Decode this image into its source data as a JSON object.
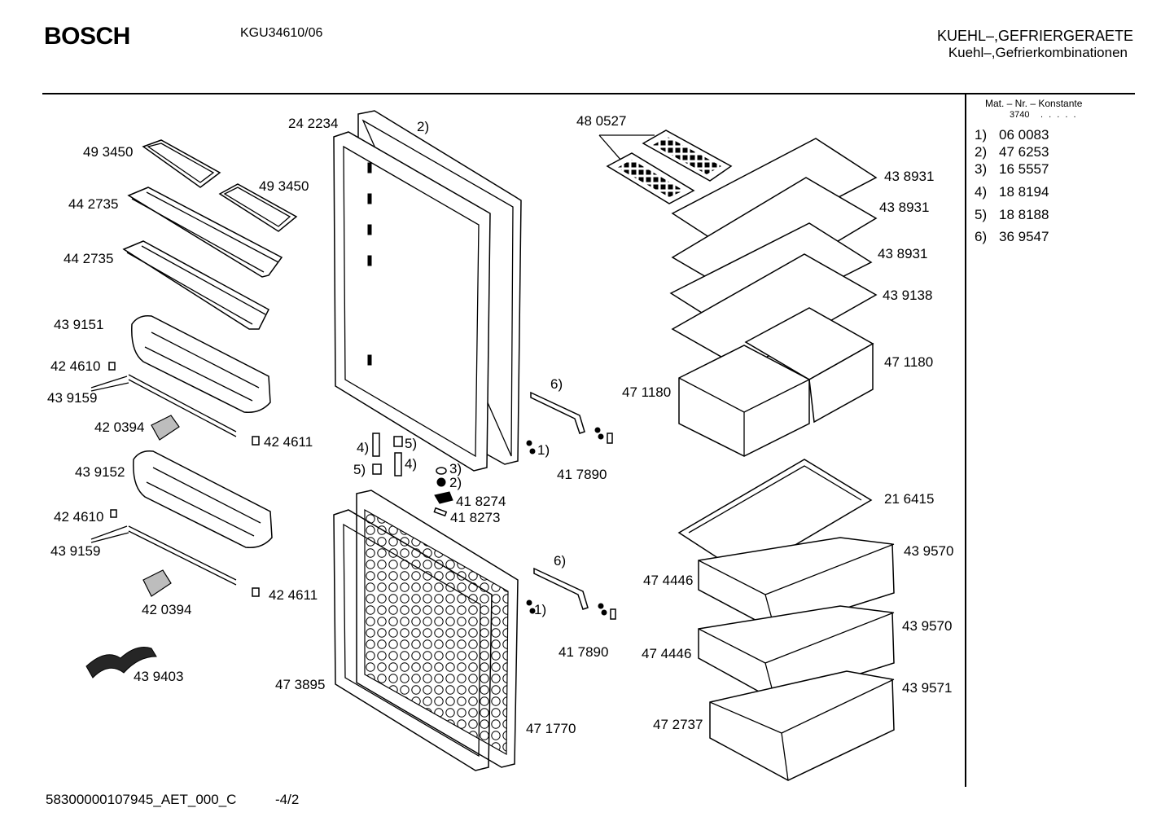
{
  "header": {
    "brand": "BOSCH",
    "model": "KGU34610/06",
    "category_upper": "KUEHL–,GEFRIERGERAETE",
    "category_lower": "Kuehl–,Gefrierkombinationen"
  },
  "sidebar": {
    "heading": "Mat. – Nr. – Konstante",
    "constant": "3740",
    "constant_dots": ". . . . .",
    "items": [
      {
        "ref": "1)",
        "part": "06 0083"
      },
      {
        "ref": "2)",
        "part": "47 6253"
      },
      {
        "ref": "3)",
        "part": "16 5557"
      },
      {
        "ref": "4)",
        "part": "18 8194"
      },
      {
        "ref": "5)",
        "part": "18 8188"
      },
      {
        "ref": "6)",
        "part": "36 9547"
      }
    ]
  },
  "labels": {
    "door_upper": "24 2234",
    "door_upper_note": "2)",
    "door_tray_1": "49 3450",
    "door_tray_2": "49 3450",
    "bottle_shelf_1": "44 2735",
    "bottle_shelf_2": "44 2735",
    "door_rack_1": "43 9151",
    "clip_1": "42 4610",
    "rail_1": "43 9159",
    "stop_1": "42 0394",
    "cap_1": "42 4611",
    "door_rack_2": "43 9152",
    "clip_2": "42 4610",
    "rail_2": "43 9159",
    "stop_2": "42 0394",
    "cap_2": "42 4611",
    "bottle_holder": "43 9403",
    "door_lower_seal": "47 3895",
    "door_lower": "47 1770",
    "hinge_bolt_ref": "4)",
    "bushing_ref": "5)",
    "bushing_ref_b": "5)",
    "bolt_ref_b": "4)",
    "washer_ref": "3)",
    "pin_ref": "2)",
    "hinge_part": "41 8274",
    "hinge_pin_part": "41 8273",
    "handle_ref_1": "6)",
    "handle_ref_2": "6)",
    "screw_ref_1": "1)",
    "screw_ref_2": "1)",
    "handle_part_1": "41 7890",
    "handle_part_2": "41 7890",
    "ice_tray": "48 0527",
    "shelf_1": "43 8931",
    "shelf_2": "43 8931",
    "shelf_3": "43 8931",
    "shelf_4": "43 9138",
    "drawer_right": "47 1180",
    "drawer_left": "47 1180",
    "cover_plate": "21 6415",
    "freezer_drawer_front_1": "43 9570",
    "freezer_drawer_1": "47 4446",
    "freezer_drawer_front_2": "43 9570",
    "freezer_drawer_2": "47 4446",
    "freezer_drawer_front_3": "43 9571",
    "freezer_drawer_3": "47 2737"
  },
  "footer": {
    "doc_id": "58300000107945_AET_000_C",
    "page": "-4/2"
  }
}
